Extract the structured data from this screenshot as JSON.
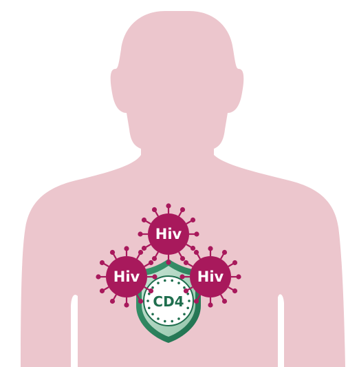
{
  "labels": {
    "virus_top": "Hiv",
    "virus_left": "Hiv",
    "virus_right": "Hiv",
    "cell": "CD4"
  },
  "colors": {
    "background": "#ffffff",
    "body": "#ecc6cd",
    "virus": "#a8195c",
    "virus_text": "#ffffff",
    "shield_dark": "#1f6e4e",
    "shield_mid": "#3d9a70",
    "shield_light": "#cfe8d9",
    "cell_fill": "#ffffff",
    "cell_text": "#1f6e4e"
  },
  "icons": {
    "body": "human-torso-silhouette",
    "virus": "virus-particle-icon",
    "shield": "shield-icon",
    "cell": "cd4-cell-icon"
  }
}
